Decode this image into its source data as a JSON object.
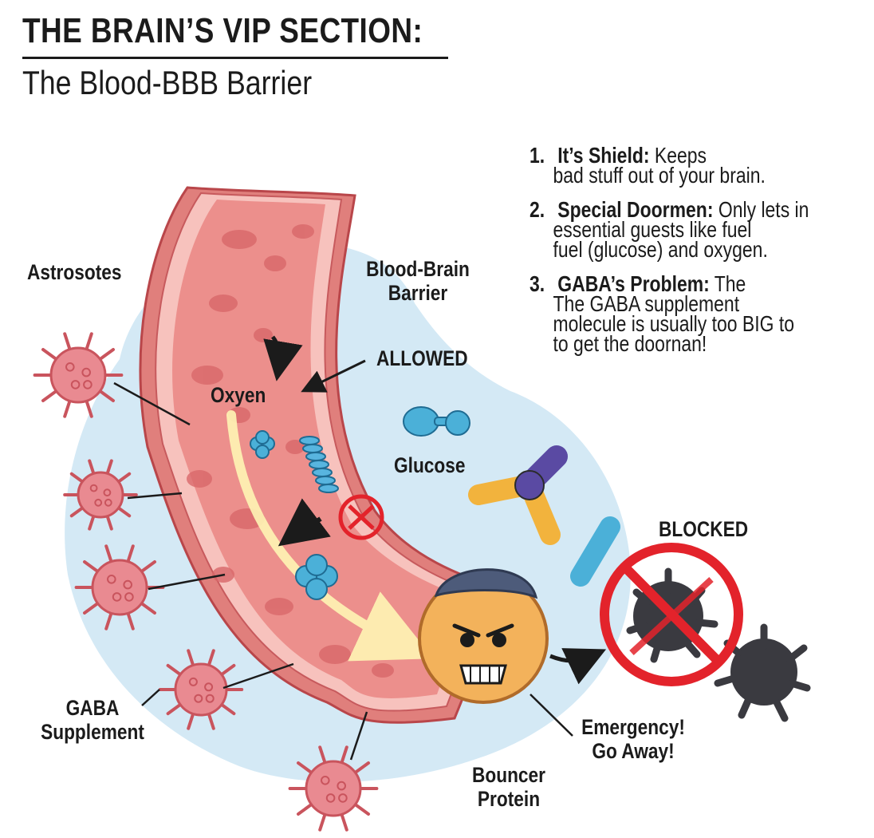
{
  "header": {
    "title": "THE BRAIN’S VIP SECTION:",
    "subtitle": "The Blood-BBB Barrier"
  },
  "labels": {
    "astrocytes": "Astrosotes",
    "bbb_line1": "Blood-Brain",
    "bbb_line2": "Barrier",
    "allowed": "ALLOWED",
    "oxygen": "Oxyen",
    "glucose": "Glucose",
    "blocked": "BLOCKED",
    "gaba_line1": "GABA",
    "gaba_line2": "Supplement",
    "emergency_line1": "Emergency!",
    "emergency_line2": "Go Away!",
    "bouncer_line1": "Bouncer",
    "bouncer_line2": "Protein"
  },
  "list": [
    {
      "num": "1.",
      "bold": "It’s Shield:",
      "text": " Keeps",
      "cont": "bad stuff out of your brain."
    },
    {
      "num": "2.",
      "bold": "Special Doormen:",
      "text": " Only lets in",
      "cont": "essential guests like fuel\nfuel (glucose) and oxygen."
    },
    {
      "num": "3.",
      "bold": "GABA’s Problem:",
      "text": " The",
      "cont": "The GABA supplement\nmolecule is usually too BIG to\nto get the doornan!"
    }
  ],
  "colors": {
    "vessel_outer": "#e07f7c",
    "vessel_inner": "#f3a6a1",
    "vessel_edge": "#b9464a",
    "brain_bg": "#d4e9f5",
    "molecule_blue": "#4bb0d8",
    "molecule_purple": "#5a4aa3",
    "molecule_yellow": "#f2b33d",
    "bouncer_face": "#f3b25b",
    "bouncer_hat": "#4d5b7a",
    "blocked_red": "#e3232b",
    "virus_dark": "#3a3a40",
    "astro_pink": "#e98a91"
  },
  "icons": [
    "astrocyte-icon",
    "oxygen-molecule-icon",
    "glucose-molecule-icon",
    "gaba-molecule-icon",
    "bouncer-protein-icon",
    "virus-icon",
    "blocked-sign-icon",
    "no-entry-icon"
  ]
}
